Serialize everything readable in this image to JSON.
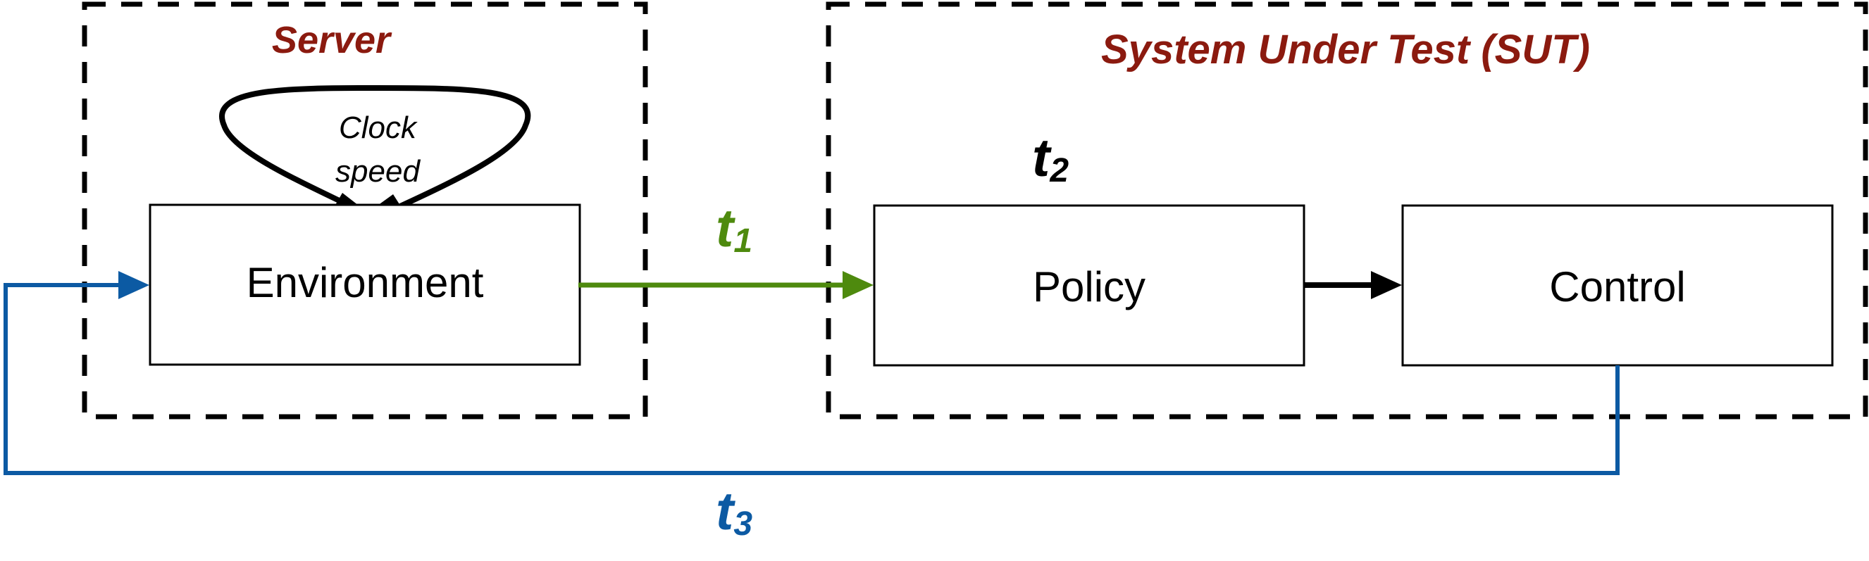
{
  "groups": {
    "server": {
      "title": "Server"
    },
    "sut": {
      "title": "System Under Test (SUT)"
    }
  },
  "boxes": {
    "environment": "Environment",
    "policy": "Policy",
    "control": "Control"
  },
  "self_loop": {
    "line1": "Clock",
    "line2": "speed"
  },
  "timings": {
    "t1": {
      "base": "t",
      "sub": "1",
      "color": "#4e8a0e"
    },
    "t2": {
      "base": "t",
      "sub": "2",
      "color": "#000000"
    },
    "t3": {
      "base": "t",
      "sub": "3",
      "color": "#0c5aa3"
    }
  },
  "colors": {
    "group_title": "#8b1a0f",
    "outline": "#000000",
    "edge_env_to_policy": "#4e8a0e",
    "edge_policy_to_control": "#000000",
    "edge_control_to_env": "#0c5aa3"
  }
}
